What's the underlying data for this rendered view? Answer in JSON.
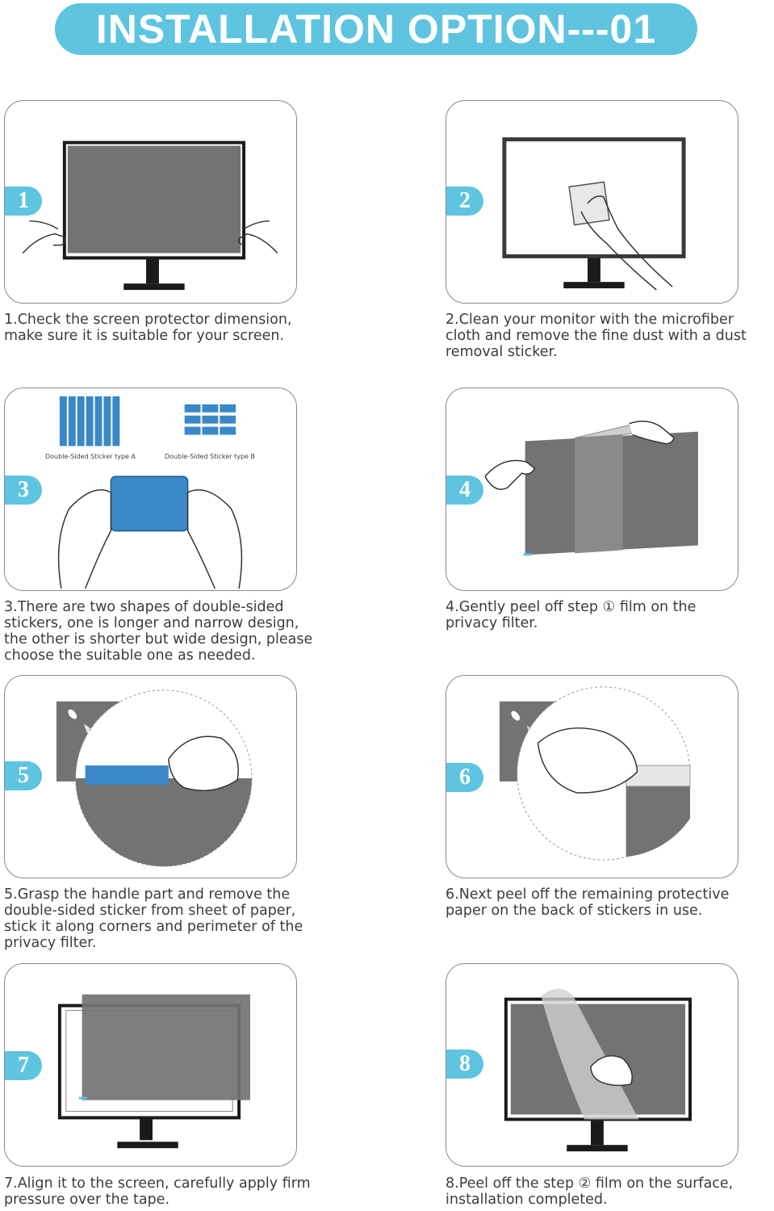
{
  "banner": {
    "title": "INSTALLATION OPTION---01"
  },
  "colors": {
    "accent": "#5ec4e0",
    "filter_gray": "#737373",
    "sticker_blue": "#3a88c8"
  },
  "steps": [
    {
      "number": "1",
      "caption": "1.Check the screen protector dimension,\nmake sure it is suitable for your screen."
    },
    {
      "number": "2",
      "caption": "2.Clean your monitor with the microfiber\ncloth and remove the fine dust with a dust\nremoval sticker."
    },
    {
      "number": "3",
      "caption": "3.There are two shapes of double-sided\nstickers, one is longer and narrow design,\nthe other is shorter but wide design, please\nchoose the suitable one as needed.",
      "sticker_a_label": "Double-Sided Sticker type A",
      "sticker_b_label": "Double-Sided Sticker type B"
    },
    {
      "number": "4",
      "caption": "4.Gently peel off step ① film on the\nprivacy filter."
    },
    {
      "number": "5",
      "caption": "5.Grasp the handle part and remove the\ndouble-sided sticker from sheet of paper,\nstick it along corners and perimeter of the\nprivacy filter."
    },
    {
      "number": "6",
      "caption": "6.Next peel off the remaining protective\npaper on the back of stickers in use."
    },
    {
      "number": "7",
      "caption": "7.Align it to the screen, carefully apply firm\npressure over the tape."
    },
    {
      "number": "8",
      "caption": "8.Peel off the step ② film on the surface,\ninstallation completed."
    }
  ]
}
